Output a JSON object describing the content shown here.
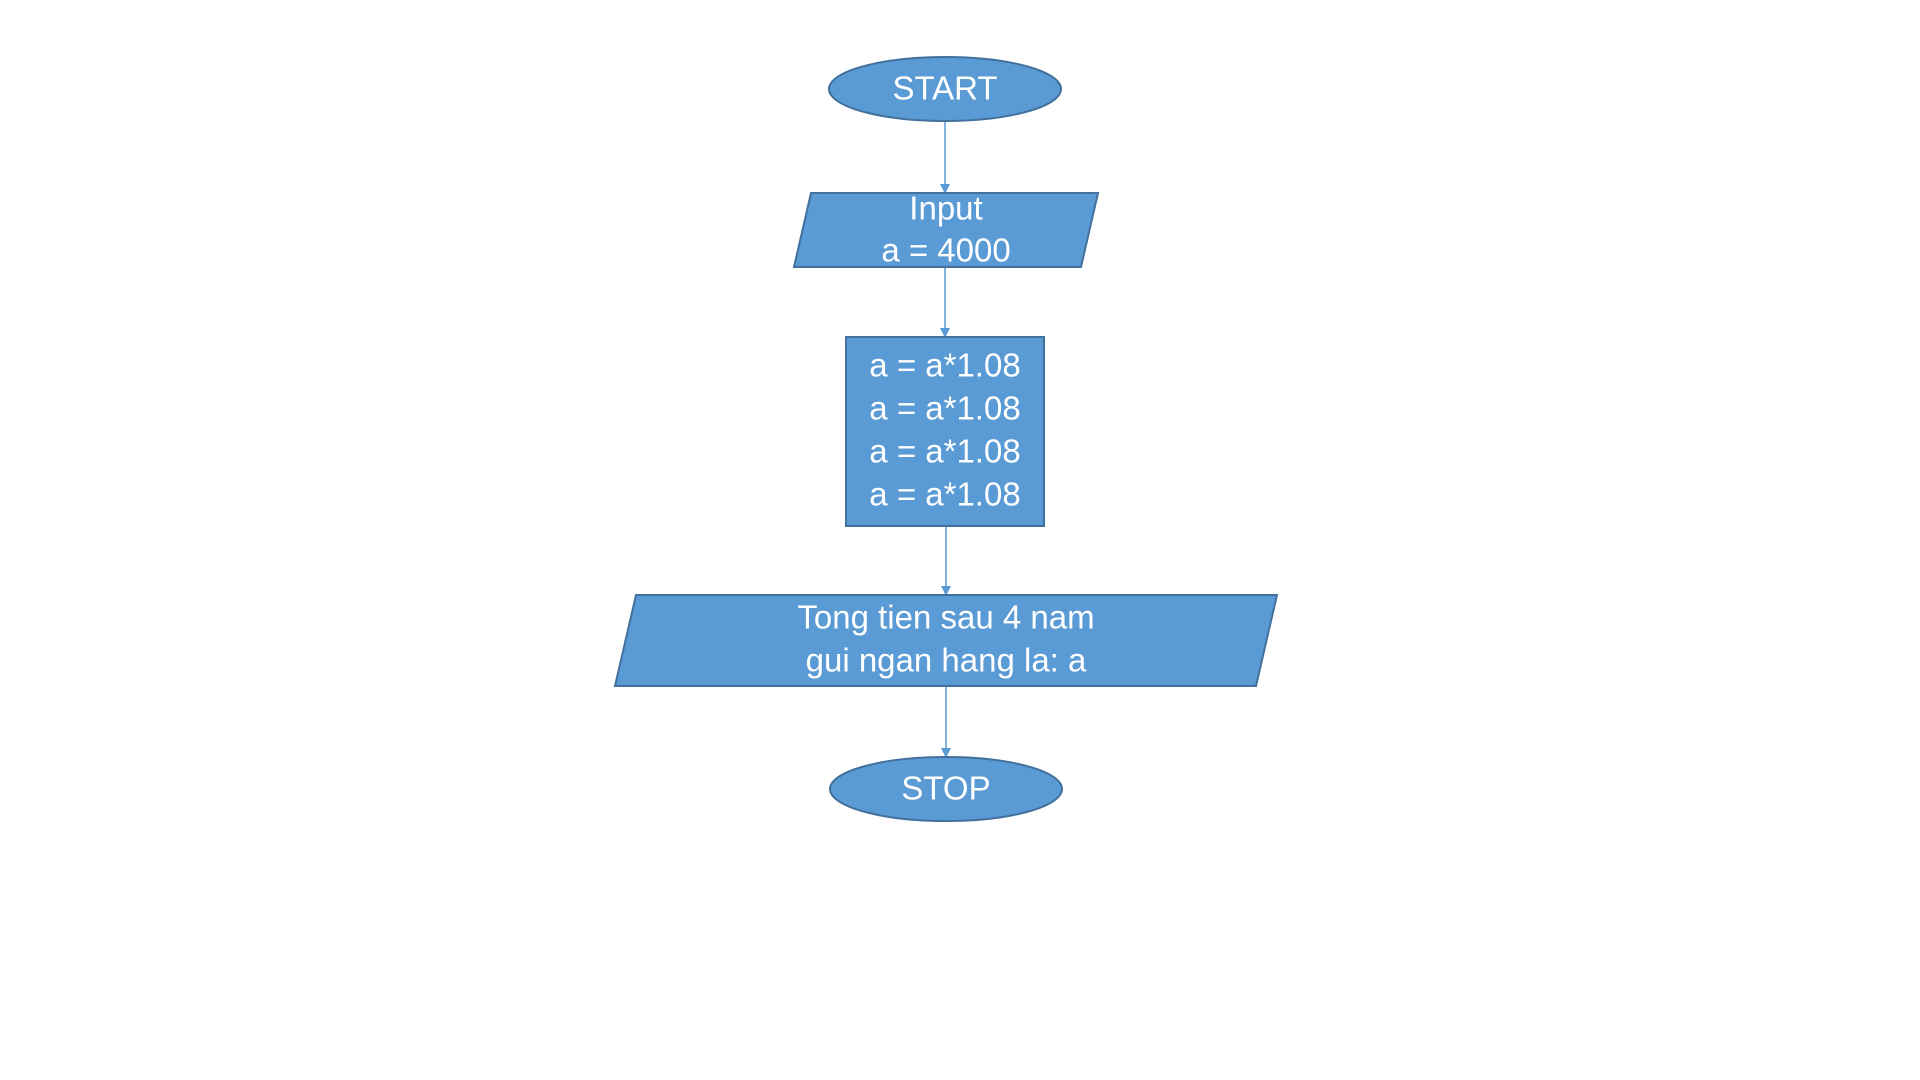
{
  "flowchart": {
    "start": {
      "label": "START"
    },
    "input": {
      "lines": [
        "Input",
        "a = 4000"
      ]
    },
    "process": {
      "lines": [
        "a = a*1.08",
        "a = a*1.08",
        "a = a*1.08",
        "a = a*1.08"
      ]
    },
    "output": {
      "lines": [
        "Tong tien sau 4 nam",
        "gui ngan hang la: a"
      ]
    },
    "stop": {
      "label": "STOP"
    }
  },
  "colors": {
    "shape_fill": "#5b9bd5",
    "shape_border": "#41719c",
    "connector": "#5b9bd5",
    "text": "#ffffff",
    "background": "#ffffff"
  }
}
